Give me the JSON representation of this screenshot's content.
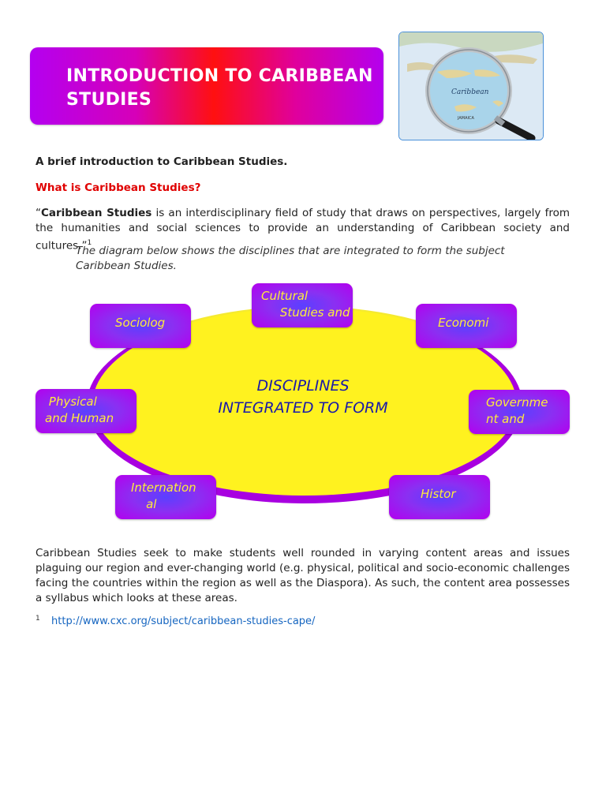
{
  "banner": {
    "title": "INTRODUCTION TO CARIBBEAN STUDIES"
  },
  "map_image": {
    "labels": [
      "Caribbean",
      "JAMAICA"
    ]
  },
  "intro": "A brief introduction to Caribbean Studies.",
  "heading": "What is Caribbean Studies?",
  "paragraph1": {
    "open_quote": "“",
    "term": "Caribbean Studies",
    "text": " is an interdisciplinary field of study that draws on perspectives, largely from the humanities and social sciences to provide an understanding of Caribbean society and cultures.”",
    "footnote_mark": "1"
  },
  "caption": "The diagram below shows the disciplines that are integrated to form the subject Caribbean Studies.",
  "diagram": {
    "center": "DISCIPLINES INTEGRATED TO FORM",
    "disciplines": [
      "Cultural\n     Studies and",
      "Sociolog",
      "Economi",
      " Physical\nand Human",
      "Governme\nnt and",
      "Internation\n    al",
      "Histor"
    ],
    "colors": {
      "ellipse": "#fff21f",
      "ring": "#a800e0",
      "box": "#8a30f2",
      "box_text": "#ffeb3b",
      "center_text": "#1a1aa8"
    }
  },
  "paragraph2": "Caribbean Studies seek to make students well rounded in varying content areas and issues plaguing our region and ever-changing world (e.g. physical, political and socio-economic challenges facing the countries within the region as well as the Diaspora). As such, the content area possesses a syllabus which looks at these areas.",
  "footnote": {
    "mark": "1",
    "url": "http://www.cxc.org/subject/caribbean-studies-cape/"
  }
}
